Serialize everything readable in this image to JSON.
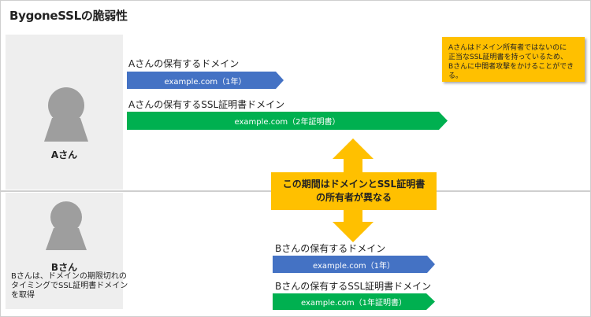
{
  "title": "BygoneSSLの脆弱性",
  "user_a": {
    "name": "Aさん"
  },
  "user_b": {
    "name": "Bさん",
    "desc_lines": [
      "Bさんは、ドメインの期限切れの",
      "タイミングでSSL証明書ドメイン",
      "を取得"
    ]
  },
  "rows": {
    "a_domain": {
      "label": "Aさんの保有するドメイン",
      "arrow_text": "example.com（1年）",
      "color": "#4472c4"
    },
    "a_cert": {
      "label": "Aさんの保有するSSL証明書ドメイン",
      "arrow_text": "example.com（2年証明書）",
      "color": "#00b050"
    },
    "b_domain": {
      "label": "Bさんの保有するドメイン",
      "arrow_text": "example.com（1年）",
      "color": "#4472c4"
    },
    "b_cert": {
      "label": "Bさんの保有するSSL証明書ドメイン",
      "arrow_text": "example.com（1年証明書）",
      "color": "#00b050"
    }
  },
  "note_lines": [
    "Aさんはドメイン所有者ではないのに",
    "正当なSSL証明書を持っているため、",
    "Bさんに中間者攻撃をかけることができる。"
  ],
  "callout_lines": [
    "この期間はドメインとSSL証明書",
    "の所有者が異なる"
  ],
  "colors": {
    "accent": "#ffc000",
    "panel": "#eeeeee"
  }
}
